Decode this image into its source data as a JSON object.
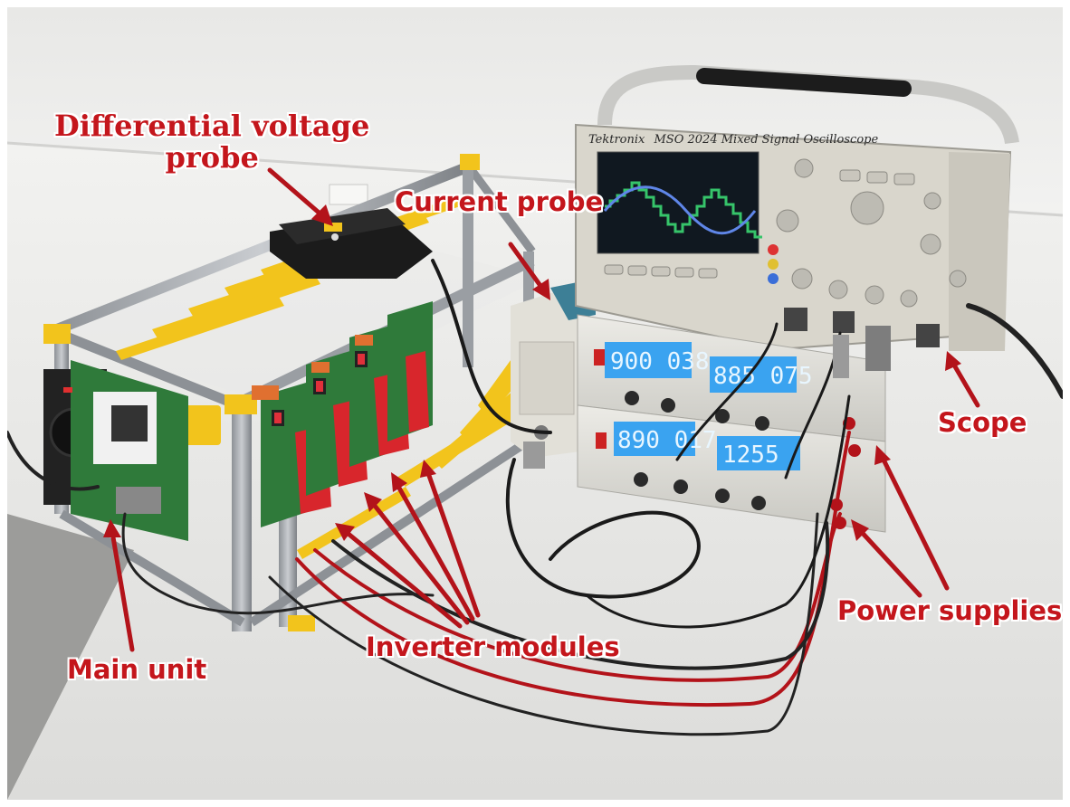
{
  "labels": {
    "diff_probe_line1": "Differential voltage",
    "diff_probe_line2": "probe",
    "current_probe": "Current probe",
    "scope": "Scope",
    "power_supplies": "Power supplies",
    "inverter_modules": "Inverter modules",
    "main_unit": "Main unit"
  },
  "scope_device": {
    "brand": "Tektronix",
    "model": "MSO 2024 Mixed Signal Oscilloscope"
  },
  "power_supply_displays": {
    "upper_left": "900 038",
    "upper_right": "885 075",
    "lower_left": "890 017",
    "lower_right": "1255"
  },
  "colors": {
    "label_text": "#c4161c",
    "label_outline": "#ffffff",
    "arrow": "#b3131a",
    "frame_yellow": "#f2c41c",
    "module_red": "#d8262c",
    "pcb_green": "#2f7a3a",
    "lcd_blue": "#3aa3f0",
    "scope_body": "#d9d6cc",
    "trace_green": "#36c46a",
    "trace_blue": "#5f86e8"
  }
}
